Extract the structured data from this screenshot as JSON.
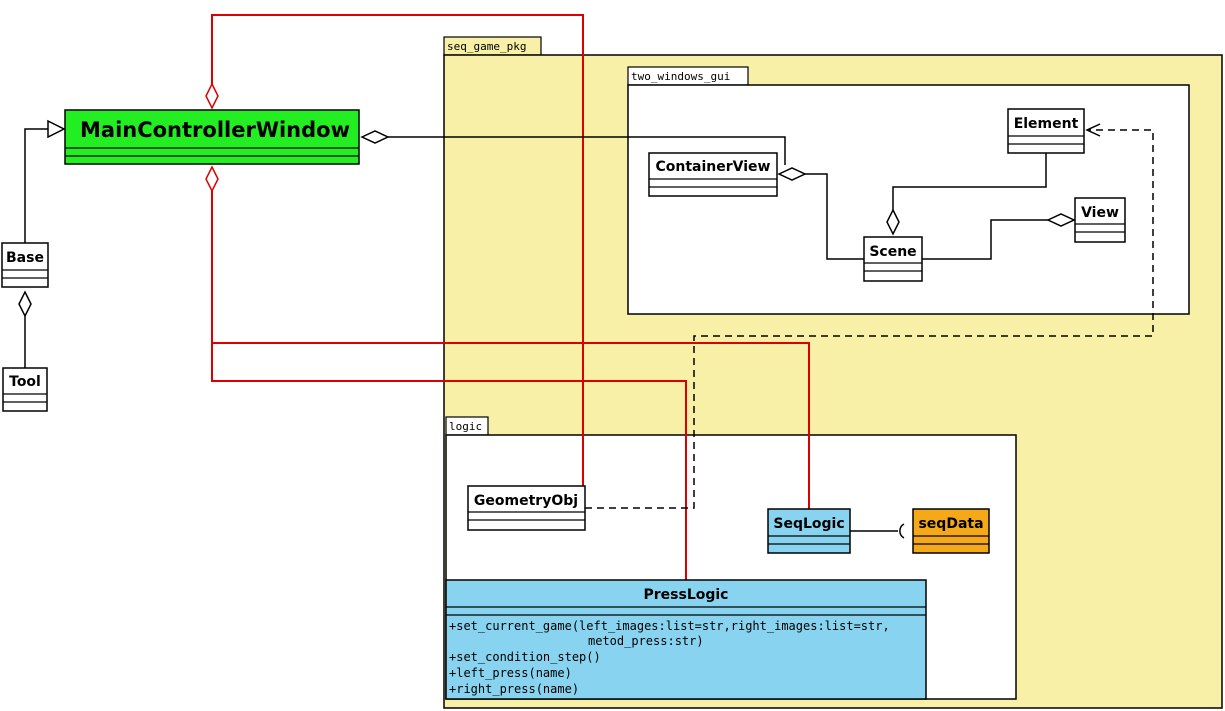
{
  "packages": {
    "seq_game_pkg": "seq_game_pkg",
    "two_windows_gui": "two_windows_gui",
    "logic": "logic"
  },
  "classes": {
    "main_controller": "MainControllerWindow",
    "base": "Base",
    "tool": "Tool",
    "container_view": "ContainerView",
    "element": "Element",
    "scene": "Scene",
    "view": "View",
    "geometry_obj": "GeometryObj",
    "seq_logic": "SeqLogic",
    "seq_data": "seqData",
    "press_logic": "PressLogic"
  },
  "press_logic_methods": {
    "m1a": "+set_current_game(left_images:list=str,right_images:list=str,",
    "m1b": "metod_press:str)",
    "m2": "+set_condition_step()",
    "m3": "+left_press(name)",
    "m4": "+right_press(name)"
  },
  "colors": {
    "package_fill": "#f7f0a6",
    "main_fill": "#22ee22",
    "logic_class_fill": "#87d3f0",
    "seqdata_fill": "#f5a818",
    "dependency_line": "#dd0000"
  }
}
